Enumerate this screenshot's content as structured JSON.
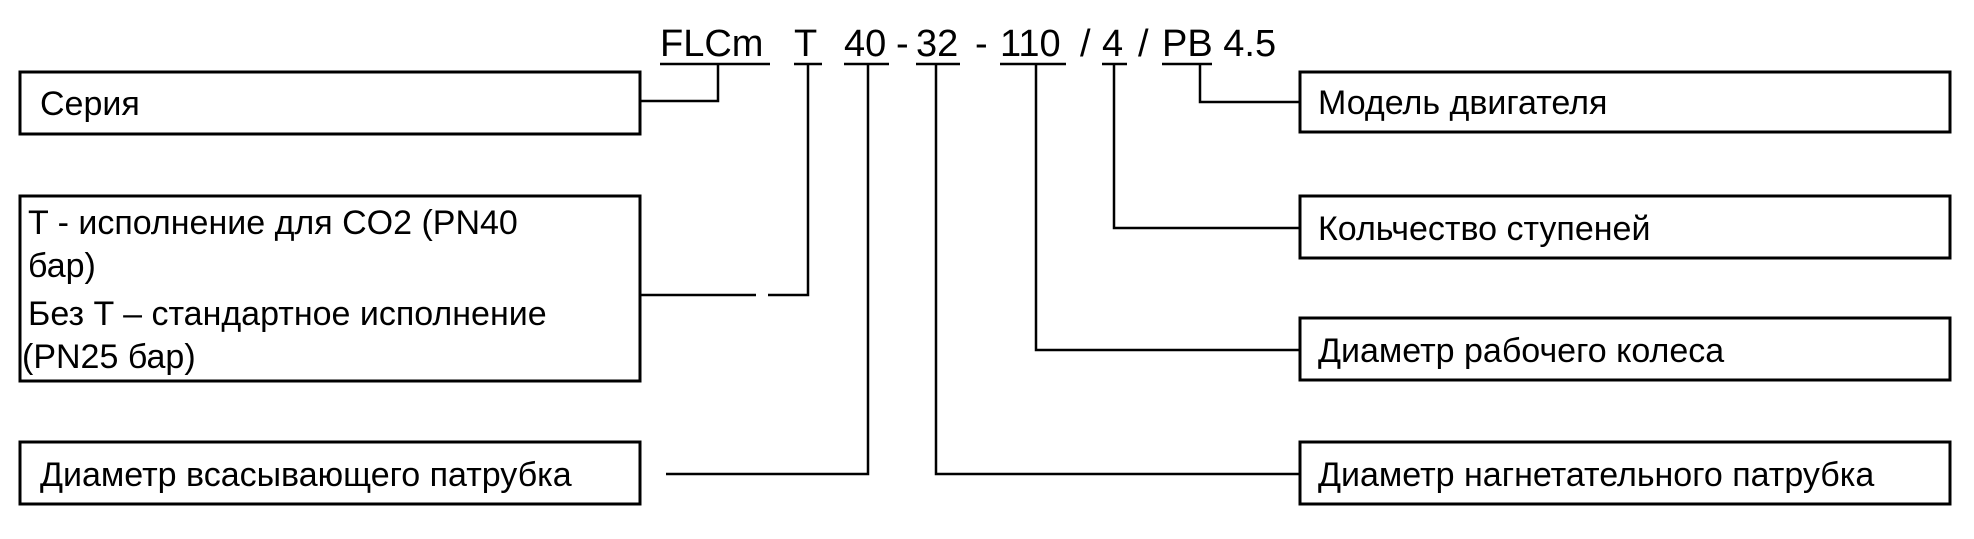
{
  "code": {
    "series": "FLCm",
    "execution": "T",
    "suction_diameter": "40",
    "sep1": "-",
    "discharge_diameter": "32",
    "sep2": "-",
    "impeller_diameter": "110",
    "sep3": "/",
    "stages": "4",
    "sep4": "/",
    "motor": "PB 4.5"
  },
  "labels": {
    "series": "Серия",
    "execution_line1": "T - исполнение для CO2  (PN40",
    "execution_line2": "бар)",
    "execution_line3": "Без T – стандартное исполнение",
    "execution_line4": "(PN25 бар)",
    "suction": "Диаметр всасывающего патрубка",
    "motor": "Модель двигателя",
    "stages": "Кольчество ступеней",
    "impeller": "Диаметр рабочего колеса",
    "discharge": "Диаметр нагнетательного патрубка"
  },
  "colors": {
    "stroke": "#000000",
    "background": "#ffffff"
  }
}
